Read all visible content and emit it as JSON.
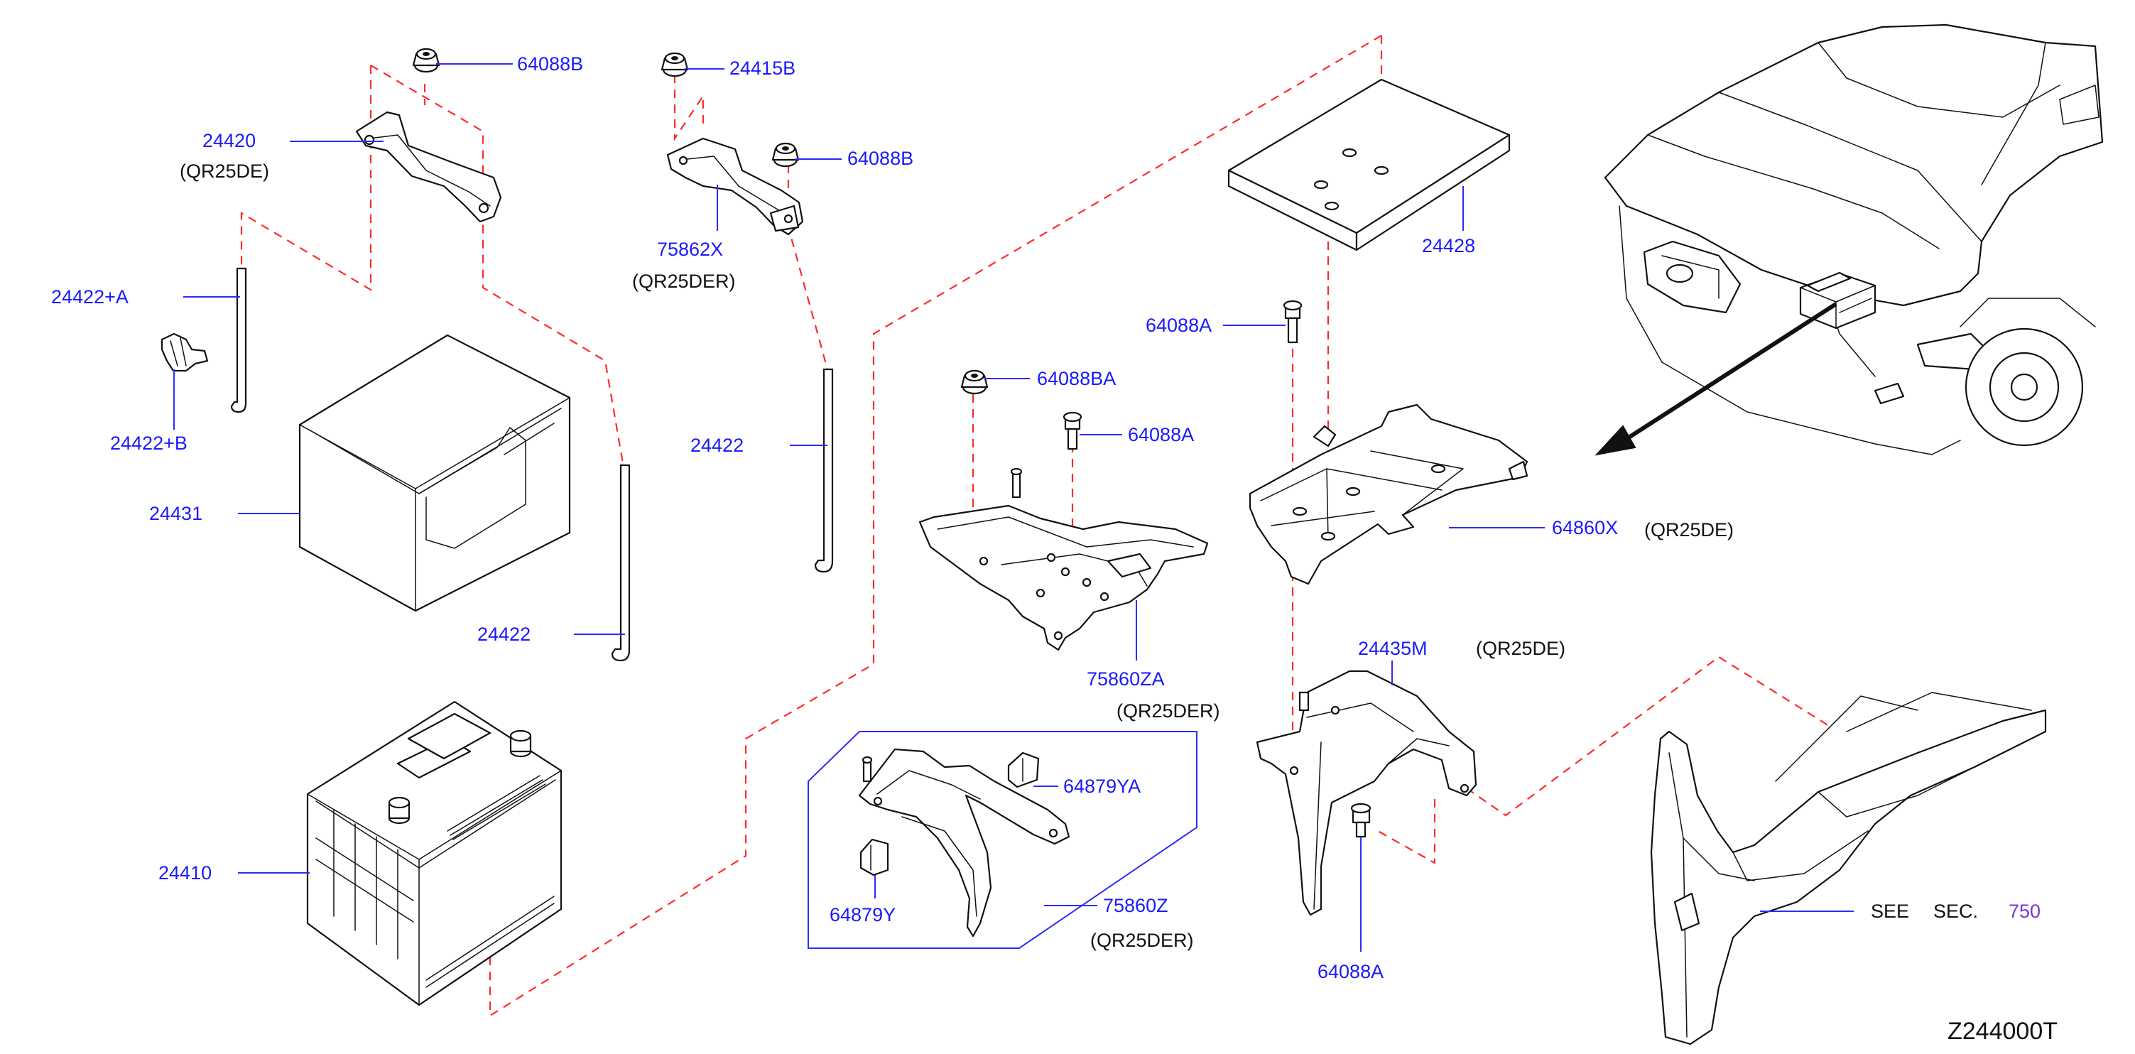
{
  "diagram_code": "Z244000T",
  "see_section": {
    "prefix": "SEE",
    "sec": "SEC.",
    "number": "750"
  },
  "colors": {
    "part_label": "#1a1aff",
    "guide_line": "#ff2a2a",
    "section_link": "#7a35d6",
    "line_art": "#111111"
  },
  "labels": {
    "nut_64088B_left": "64088B",
    "clamp_24420": "24420",
    "clamp_24420_note": "(QR25DE)",
    "nut_24415B": "24415B",
    "nut_64088B_right": "64088B",
    "clamp_75862X": "75862X",
    "clamp_75862X_note": "(QR25DER)",
    "rod_24422A": "24422+A",
    "clip_24422B": "24422+B",
    "cover_24431": "24431",
    "rod_24422_center": "24422",
    "rod_24422_left": "24422",
    "battery_24410": "24410",
    "tray_24428": "24428",
    "bolt_64088A_upper": "64088A",
    "nut_64088BA": "64088BA",
    "bolt_64088A_mid": "64088A",
    "support_64860X": "64860X",
    "support_64860X_note": "(QR25DE)",
    "bracket_75860ZA": "75860ZA",
    "bracket_75860ZA_note": "(QR25DER)",
    "bracket_24435M": "24435M",
    "bracket_24435M_note": "(QR25DE)",
    "bracket_64879YA": "64879YA",
    "bracket_64879Y": "64879Y",
    "bracket_75860Z": "75860Z",
    "bracket_75860Z_note": "(QR25DER)",
    "bolt_64088A_lower": "64088A"
  }
}
